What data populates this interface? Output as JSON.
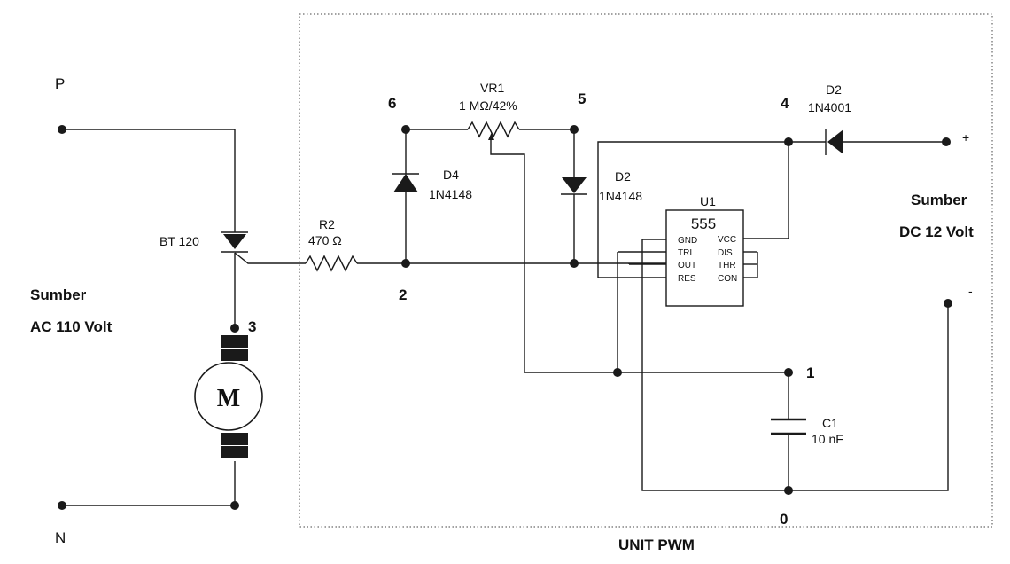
{
  "labels": {
    "P": "P",
    "N": "N",
    "ac_source_line1": "Sumber",
    "ac_source_line2": "AC 110 Volt",
    "dc_source_line1": "Sumber",
    "dc_source_line2": "DC 12 Volt",
    "unit": "UNIT PWM",
    "dc_plus": "+",
    "dc_minus": "-"
  },
  "nodes": [
    "0",
    "1",
    "2",
    "3",
    "4",
    "5",
    "6"
  ],
  "components": {
    "triac": {
      "name": "BT 120"
    },
    "motor": {
      "symbol": "M"
    },
    "r2": {
      "name": "R2",
      "value": "470 Ω"
    },
    "vr1": {
      "name": "VR1",
      "value": "1 MΩ/42%"
    },
    "d4": {
      "name": "D4",
      "value": "1N4148"
    },
    "d2a": {
      "name": "D2",
      "value": "1N4148"
    },
    "d2b": {
      "name": "D2",
      "value": "1N4001"
    },
    "c1": {
      "name": "C1",
      "value": "10 nF"
    },
    "u1": {
      "name": "U1",
      "part": "555",
      "pins_left": [
        "GND",
        "TRI",
        "OUT",
        "RES"
      ],
      "pins_right": [
        "VCC",
        "DIS",
        "THR",
        "CON"
      ]
    }
  },
  "colors": {
    "ink": "#1a1a1a",
    "background": "#ffffff"
  }
}
